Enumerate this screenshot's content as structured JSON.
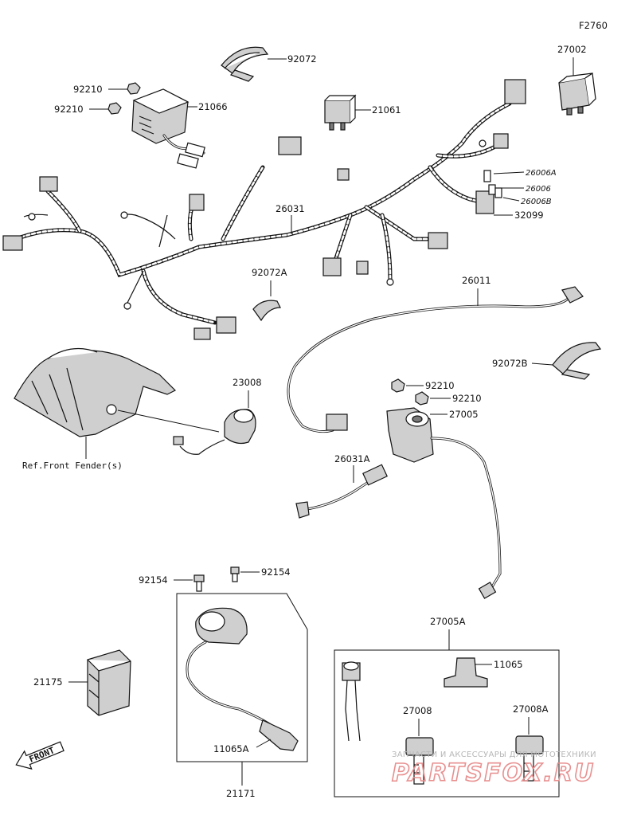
{
  "figure_code": "F2760",
  "labels": {
    "p92072": "92072",
    "p27002": "27002",
    "p92210a": "92210",
    "p92210b": "92210",
    "p21066": "21066",
    "p21061": "21061",
    "p26006a": "26006A",
    "p26006": "26006",
    "p26006b": "26006B",
    "p32099": "32099",
    "p26031": "26031",
    "p92072a": "92072A",
    "p26011": "26011",
    "p92072b": "92072B",
    "p23008": "23008",
    "p92210c": "92210",
    "p92210d": "92210",
    "p27005": "27005",
    "p26031a": "26031A",
    "p92154a": "92154",
    "p92154b": "92154",
    "p21175": "21175",
    "p11065a": "11065A",
    "p21171": "21171",
    "p27005a": "27005A",
    "p11065": "11065",
    "p27008": "27008",
    "p27008a": "27008A"
  },
  "ref_front_fender": "Ref.Front Fender(s)",
  "front_arrow_text": "FRONT",
  "watermark": {
    "caption": "ЗАПЧАСТИ И АКСЕССУАРЫ ДЛЯ МОТОТЕХНИКИ",
    "logo": "PARTSFOX.RU"
  },
  "colors": {
    "line": "#111111",
    "watermark_red": "#e88f8f",
    "watermark_gray": "#b8b8b8"
  }
}
